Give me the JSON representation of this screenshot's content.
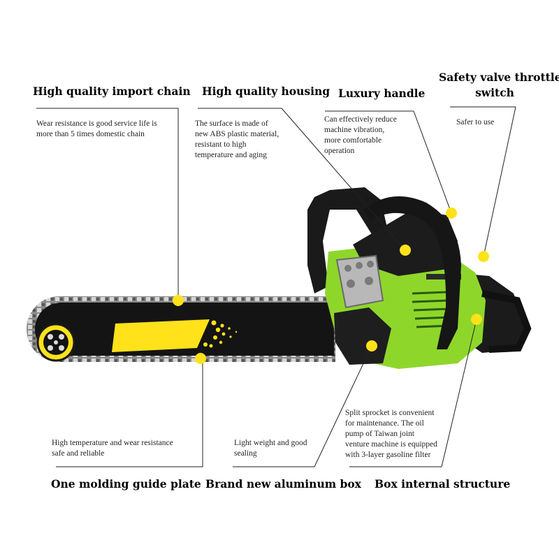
{
  "features": [
    {
      "title": "High quality import chain",
      "lines": [
        "Wear resistance is good service life is",
        "more than 5 times domestic chain"
      ]
    },
    {
      "title": "High quality housing",
      "lines": [
        "The surface is made of",
        "new ABS plastic material,",
        "resistant to high",
        "temperature and aging"
      ]
    },
    {
      "title": "Luxury handle",
      "lines": [
        "Can effectively reduce",
        "machine vibration,",
        "more comfortable",
        "operation"
      ]
    },
    {
      "title_lines": [
        "Safety valve throttle",
        "switch"
      ],
      "lines": [
        "Safer to use"
      ]
    },
    {
      "title": "One molding guide plate",
      "lines": [
        "High temperature and wear resistance",
        "safe and reliable"
      ]
    },
    {
      "title": "Brand new aluminum box",
      "lines": [
        "Light weight and good",
        "sealing"
      ]
    },
    {
      "title": "Box internal structure",
      "lines": [
        "Split sprocket is convenient",
        "for maintenance. The oil",
        "pump of Taiwan joint",
        "venture machine is equipped",
        "with 3-layer gasoline filter"
      ]
    }
  ],
  "colors": {
    "body_green": "#8fd62a",
    "marker_yellow": "#ffe21a",
    "bar_black": "#141414"
  }
}
